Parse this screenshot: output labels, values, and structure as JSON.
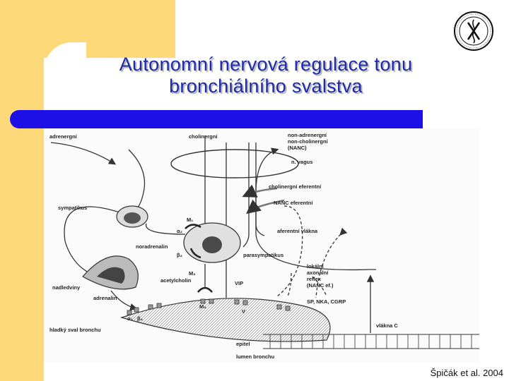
{
  "title": {
    "line1": "Autonomní nervová regulace tonu",
    "line2": "bronchiálního svalstva"
  },
  "logo_icon": "university-seal-icon",
  "citation": "Špičák et al. 2004",
  "colors": {
    "title": "#1e2aa6",
    "bar": "#1c10e6",
    "accent": "#fdd97a"
  },
  "diagram": {
    "adrenergni": "adrenergní",
    "cholinergni": "cholinergní",
    "nanc_line1": "non-adrenergní",
    "nanc_line2": "non-cholinergní",
    "nanc_line3": "(NANC)",
    "n_vagus": "n. vagus",
    "cholinergni_eferentni": "cholinergní eferentní",
    "nanc_eferentni": "NANC eferentní",
    "sympatikus": "sympatikus",
    "m1": "M₁",
    "alpha2": "α₂",
    "beta2_top": "β₂",
    "noradrenalin": "noradrenalin",
    "aferentni_vlakna": "aferentní vlákna",
    "parasympatikus": "parasympatikus",
    "m2": "M₂",
    "acetylcholin": "acetylcholin",
    "nadledviny": "nadledviny",
    "vip": "VIP",
    "lokalni_line1": "lokální",
    "lokalni_line2": "axonální",
    "lokalni_line3": "reflex",
    "lokalni_line4": "(NANC ef.)",
    "adrenalin": "adrenalin",
    "m3": "M₃",
    "alpha1": "α₁",
    "beta2_bottom": "β₂",
    "v_receptor": "V",
    "sp_nka_cgrp": "SP, NKA, CGRP",
    "vlakna_c": "vlákna C",
    "hladky_sval": "hladký sval bronchu",
    "epitel": "epitel",
    "lumen": "lumen bronchu"
  }
}
